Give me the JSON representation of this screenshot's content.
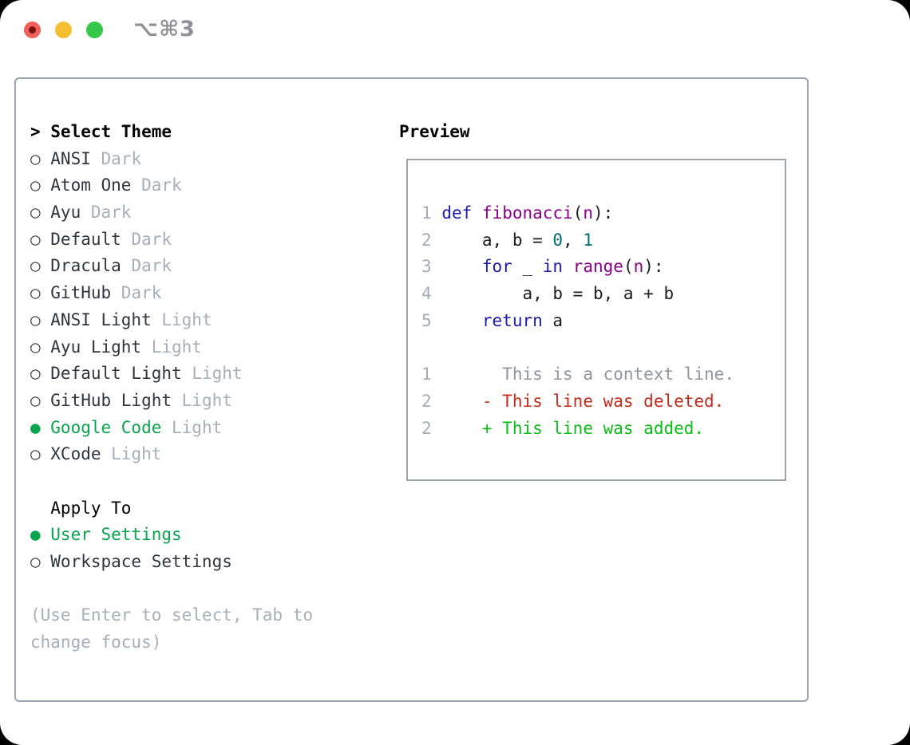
{
  "window": {
    "title": "⌥⌘3",
    "traffic_lights": [
      "close",
      "minimize",
      "zoom"
    ]
  },
  "markers": {
    "selected": "●",
    "unselected": "○",
    "focus": ">",
    "none": " "
  },
  "left_panel": {
    "header": {
      "prefix": ">",
      "label": "Select Theme"
    },
    "themes": [
      {
        "name": "ANSI",
        "variant": "Dark",
        "selected": false
      },
      {
        "name": "Atom One",
        "variant": "Dark",
        "selected": false
      },
      {
        "name": "Ayu",
        "variant": "Dark",
        "selected": false
      },
      {
        "name": "Default",
        "variant": "Dark",
        "selected": false
      },
      {
        "name": "Dracula",
        "variant": "Dark",
        "selected": false
      },
      {
        "name": "GitHub",
        "variant": "Dark",
        "selected": false
      },
      {
        "name": "ANSI Light",
        "variant": "Light",
        "selected": false
      },
      {
        "name": "Ayu Light",
        "variant": "Light",
        "selected": false
      },
      {
        "name": "Default Light",
        "variant": "Light",
        "selected": false
      },
      {
        "name": "GitHub Light",
        "variant": "Light",
        "selected": false
      },
      {
        "name": "Google Code",
        "variant": "Light",
        "selected": true
      },
      {
        "name": "XCode",
        "variant": "Light",
        "selected": false
      }
    ],
    "apply_to": {
      "header": "Apply To",
      "options": [
        {
          "label": "User Settings",
          "selected": true
        },
        {
          "label": "Workspace Settings",
          "selected": false
        }
      ]
    },
    "hint": "(Use Enter to select, Tab to change focus)"
  },
  "preview": {
    "header": "Preview",
    "code_lines": [
      {
        "num": "1",
        "tokens": [
          [
            "def",
            "kwd"
          ],
          [
            " ",
            "pln"
          ],
          [
            "fibonacci",
            "fn"
          ],
          [
            "(",
            "pln"
          ],
          [
            "n",
            "fn"
          ],
          [
            "):",
            "pln"
          ]
        ]
      },
      {
        "num": "2",
        "tokens": [
          [
            "    a, b = ",
            "pln"
          ],
          [
            "0",
            "num"
          ],
          [
            ", ",
            "pln"
          ],
          [
            "1",
            "num"
          ]
        ]
      },
      {
        "num": "3",
        "tokens": [
          [
            "    ",
            "pln"
          ],
          [
            "for",
            "kwd"
          ],
          [
            " _ ",
            "pln"
          ],
          [
            "in",
            "kwd"
          ],
          [
            " ",
            "pln"
          ],
          [
            "range",
            "fn"
          ],
          [
            "(",
            "pln"
          ],
          [
            "n",
            "fn"
          ],
          [
            "):",
            "pln"
          ]
        ]
      },
      {
        "num": "4",
        "tokens": [
          [
            "        a, b = b, a + b",
            "pln"
          ]
        ]
      },
      {
        "num": "5",
        "tokens": [
          [
            "    ",
            "pln"
          ],
          [
            "return",
            "kwd"
          ],
          [
            " a",
            "pln"
          ]
        ]
      }
    ],
    "diff_lines": [
      {
        "num": "1",
        "tokens": [
          [
            "      This is a context line.",
            "ctx"
          ]
        ]
      },
      {
        "num": "2",
        "tokens": [
          [
            "    - This line was deleted.",
            "del"
          ]
        ]
      },
      {
        "num": "2",
        "tokens": [
          [
            "    + This line was added.",
            "add"
          ]
        ]
      }
    ]
  },
  "colors": {
    "accent-green": "#0AA44D",
    "diff-added": "#0CBD16",
    "diff-removed": "#C42B1C",
    "keyword-blue": "#1B1BAE",
    "function-purple": "#880088",
    "number-teal": "#006E6E",
    "code-plain": "#1A1C20",
    "context-gray": "#8F96A0",
    "lineno-gray": "#A3ACB7",
    "muted-gray": "#A7AFB9",
    "item-dark": "#30353D",
    "ring-gray": "#3E444C",
    "panel-border": "#9BA4AF",
    "title-gray": "#8F9196",
    "tl-red": "#EF6159",
    "tl-red-dot": "#7A120C",
    "tl-yellow": "#F6BE33",
    "tl-green": "#35C748"
  }
}
